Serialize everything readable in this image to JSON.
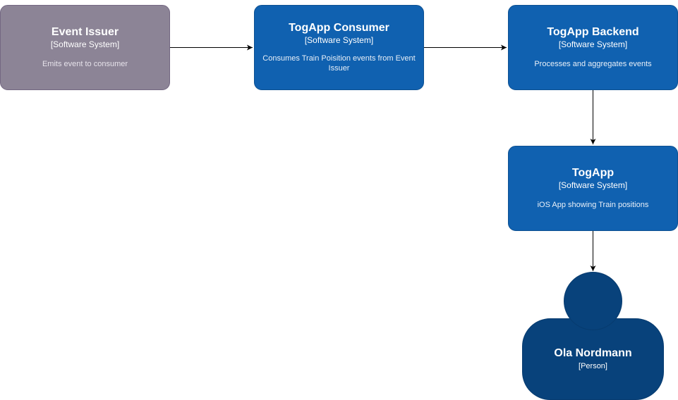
{
  "nodes": {
    "event_issuer": {
      "name": "Event Issuer",
      "type": "[Software System]",
      "description": "Emits event to consumer"
    },
    "togapp_consumer": {
      "name": "TogApp Consumer",
      "type": "[Software System]",
      "description": "Consumes Train Poisition events from Event Issuer"
    },
    "togapp_backend": {
      "name": "TogApp Backend",
      "type": "[Software System]",
      "description": "Processes and aggregates events"
    },
    "togapp": {
      "name": "TogApp",
      "type": "[Software System]",
      "description": "iOS App showing Train positions"
    },
    "person": {
      "name": "Ola Nordmann",
      "type": "[Person]"
    }
  },
  "edges": [
    {
      "from": "Event Issuer",
      "to": "TogApp Consumer"
    },
    {
      "from": "TogApp Consumer",
      "to": "TogApp Backend"
    },
    {
      "from": "TogApp Backend",
      "to": "TogApp"
    },
    {
      "from": "TogApp",
      "to": "Ola Nordmann"
    }
  ],
  "colors": {
    "external_system": "#8c8496",
    "software_system": "#1061b0",
    "person": "#08427b",
    "edge": "#000000"
  }
}
